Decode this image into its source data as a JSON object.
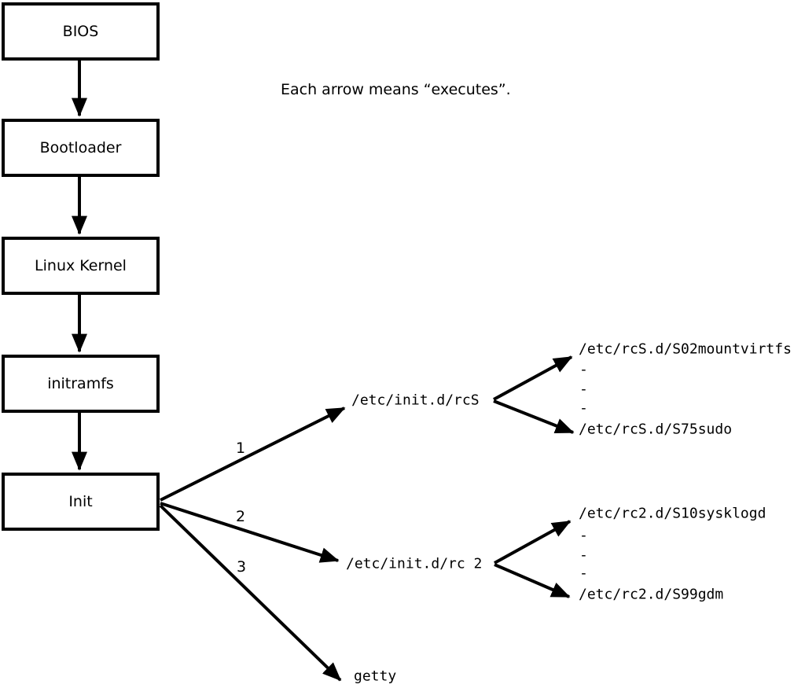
{
  "note": "Each arrow means “executes”.",
  "colors": {
    "line": "#000000",
    "background": "#ffffff"
  },
  "boot_sequence": [
    {
      "label": "BIOS"
    },
    {
      "label": "Bootloader"
    },
    {
      "label": "Linux Kernel"
    },
    {
      "label": "initramfs"
    },
    {
      "label": "Init"
    }
  ],
  "branches": [
    {
      "number": "1",
      "target": "/etc/init.d/rcS",
      "children": [
        "/etc/rcS.d/S02mountvirtfs",
        "-",
        "-",
        "-",
        "/etc/rcS.d/S75sudo"
      ]
    },
    {
      "number": "2",
      "target": "/etc/init.d/rc 2",
      "children": [
        "/etc/rc2.d/S10sysklogd",
        "-",
        "-",
        "-",
        "/etc/rc2.d/S99gdm"
      ]
    },
    {
      "number": "3",
      "target": "getty",
      "children": []
    }
  ]
}
